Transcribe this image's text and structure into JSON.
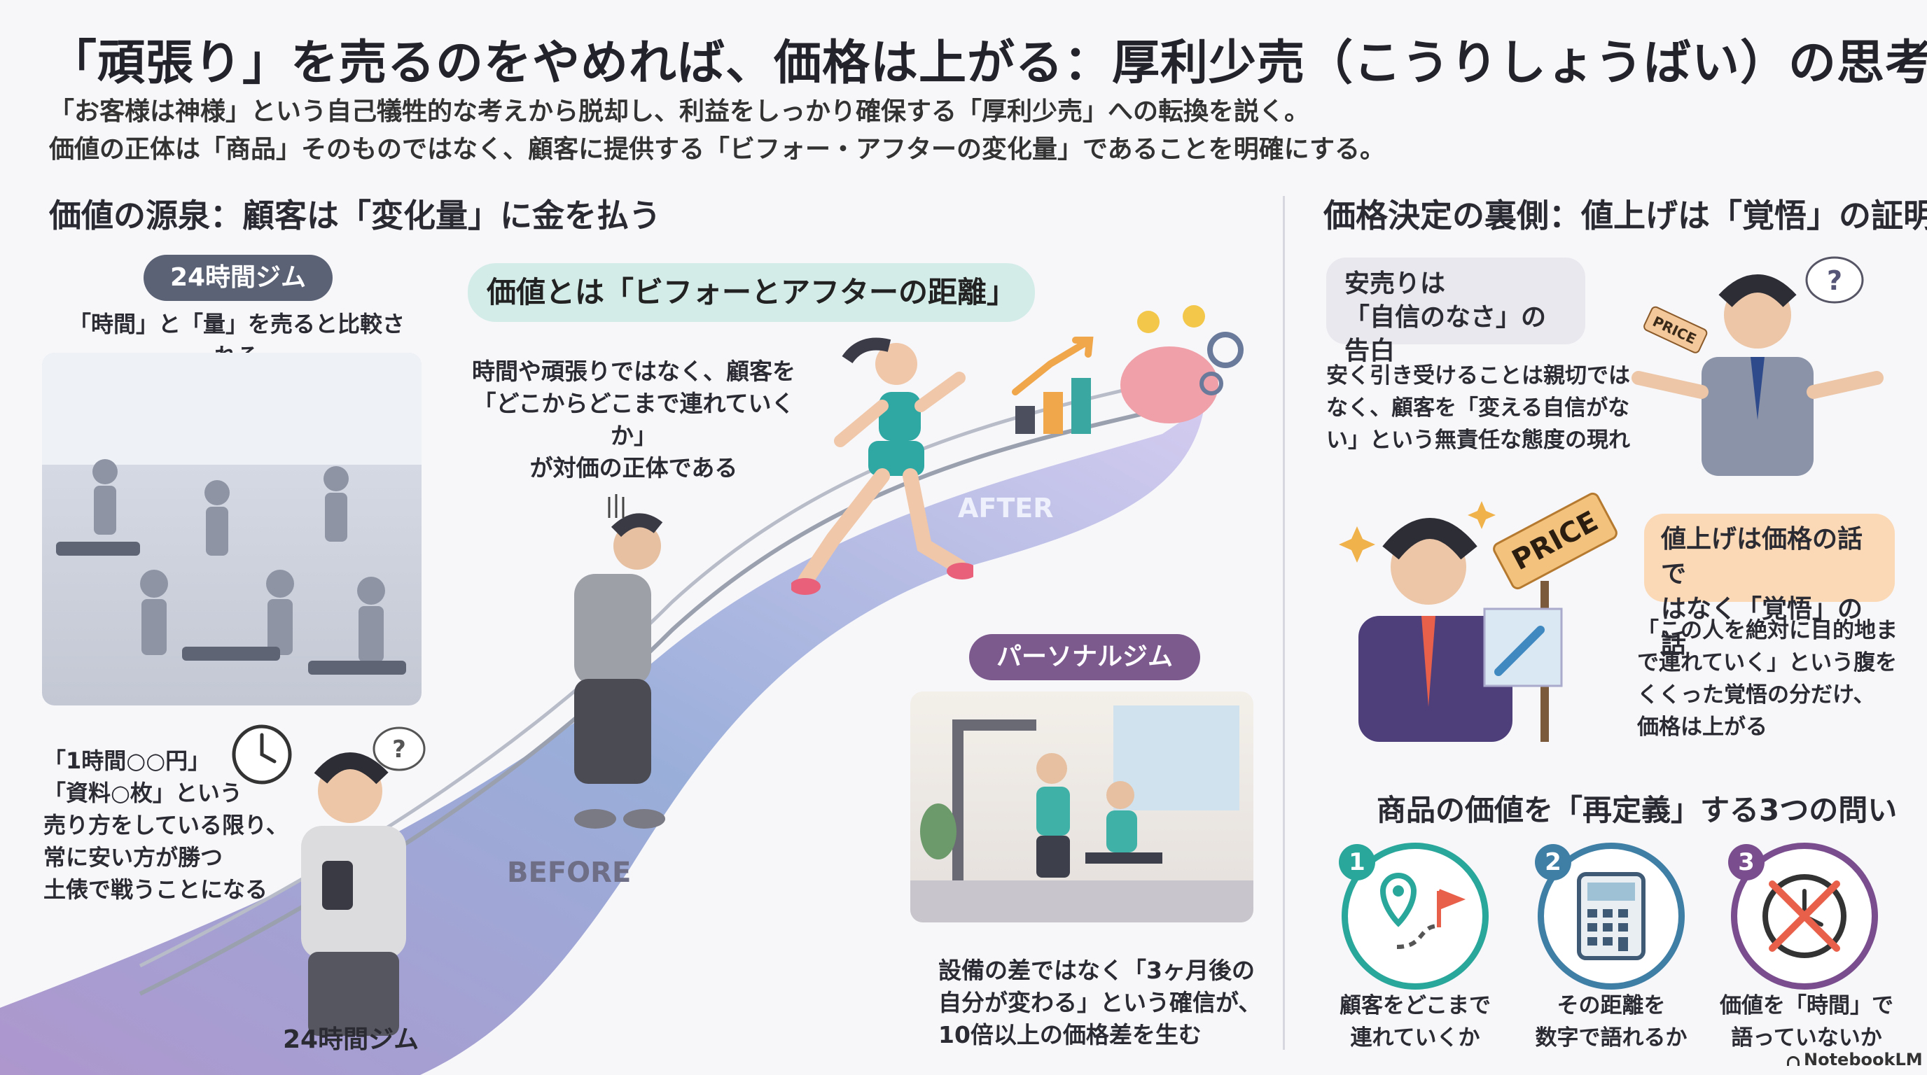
{
  "header": {
    "title": "「頑張り」を売るのをやめれば、価格は上がる：厚利少売（こうりしょうばい）の思考法",
    "subtitle_line1": "「お客様は神様」という自己犠牲的な考えから脱却し、利益をしっかり確保する「厚利少売」への転換を説く。",
    "subtitle_line2": "価値の正体は「商品」そのものではなく、顧客に提供する「ビフォー・アフターの変化量」であることを明確にする。"
  },
  "left_section": {
    "heading": "価値の源泉：顧客は「変化量」に金を払う",
    "gym24_tag": "24時間ジム",
    "gym24_caption": "「時間」と「量」を売ると比較される",
    "value_pill": "価値とは「ビフォーとアフターの距離」",
    "value_text": [
      "時間や頑張りではなく、顧客を",
      "「どこからどこまで連れていくか」",
      "が対価の正体である"
    ],
    "after_label": "AFTER",
    "before_label": "BEFORE",
    "gym24_bottom_label": "24時間ジム",
    "cheap_text": [
      "「1時間○○円」",
      "「資料○枚」という",
      "売り方をしている限り、",
      "常に安い方が勝つ",
      "土俵で戦うことになる"
    ],
    "personal_tag": "パーソナルジム",
    "personal_text": [
      "設備の差ではなく「3ヶ月後の",
      "自分が変わる」という確信が、",
      "10倍以上の価格差を生む"
    ]
  },
  "right_section": {
    "heading": "価格決定の裏側：値上げは「覚悟」の証明",
    "cheap_bubble": [
      "安売りは",
      "「自信のなさ」の告白"
    ],
    "cheap_desc": [
      "安く引き受けることは親切では",
      "なく、顧客を「変える自信がな",
      "い」という無責任な態度の現れ"
    ],
    "price_tag_small": "PRICE",
    "price_tag_big": "PRICE",
    "raise_callout": [
      "値上げは価格の話で",
      "はなく「覚悟」の話"
    ],
    "raise_desc": [
      "「この人を絶対に目的地ま",
      "で連れていく」という腹を",
      "くくった覚悟の分だけ、",
      "価格は上がる"
    ],
    "questions_heading": "商品の価値を「再定義」する3つの問い",
    "questions": [
      {
        "num": "1",
        "icon": "map-pin-flag-icon",
        "color": "#2aa79b",
        "line1": "顧客をどこまで",
        "line2": "連れていくか"
      },
      {
        "num": "2",
        "icon": "calculator-icon",
        "color": "#3f7fa6",
        "line1": "その距離を",
        "line2": "数字で語れるか"
      },
      {
        "num": "3",
        "icon": "crossed-clock-icon",
        "color": "#7a4e8e",
        "line1": "価値を「時間」で",
        "line2": "語っていないか"
      }
    ]
  },
  "footer": {
    "brand": "NotebookLM"
  },
  "colors": {
    "teal_pill": "#d4ece8",
    "tag_gray": "#5b6275",
    "tag_purple": "#7c5a8e",
    "callout_orange": "#fbd9b6",
    "road": "#9f98d6"
  }
}
